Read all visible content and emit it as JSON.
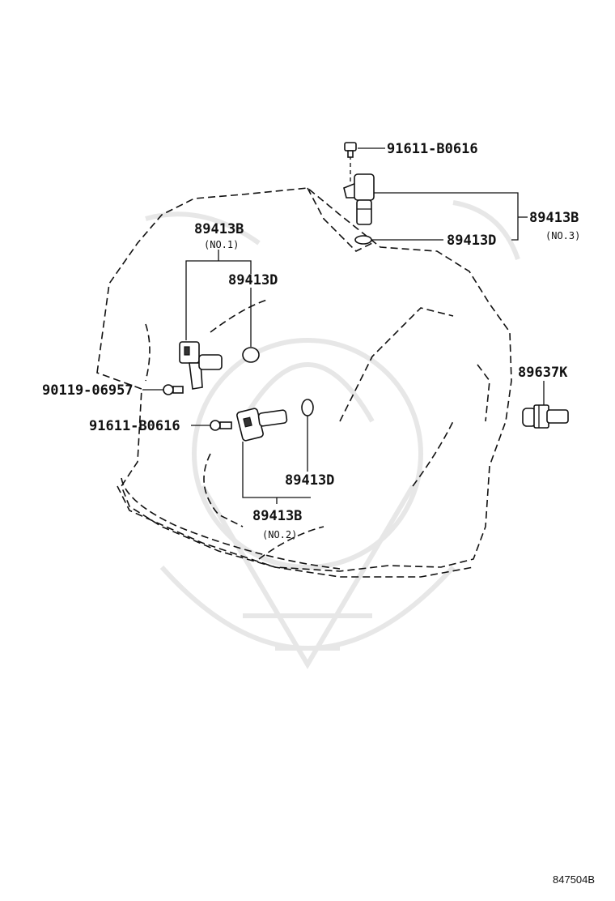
{
  "labels": {
    "bolt_top": "91611-B0616",
    "sensor_no3": "89413B",
    "no3": "(NO.3)",
    "oring_no3": "89413D",
    "sensor_no1": "89413B",
    "no1": "(NO.1)",
    "oring_no1": "89413D",
    "speed_sensor": "89637K",
    "bolt_left": "90119-06957",
    "bolt_mid": "91611-B0616",
    "oring_no2": "89413D",
    "sensor_no2": "89413B",
    "no2": "(NO.2)"
  },
  "diagram_ref": "847504B"
}
